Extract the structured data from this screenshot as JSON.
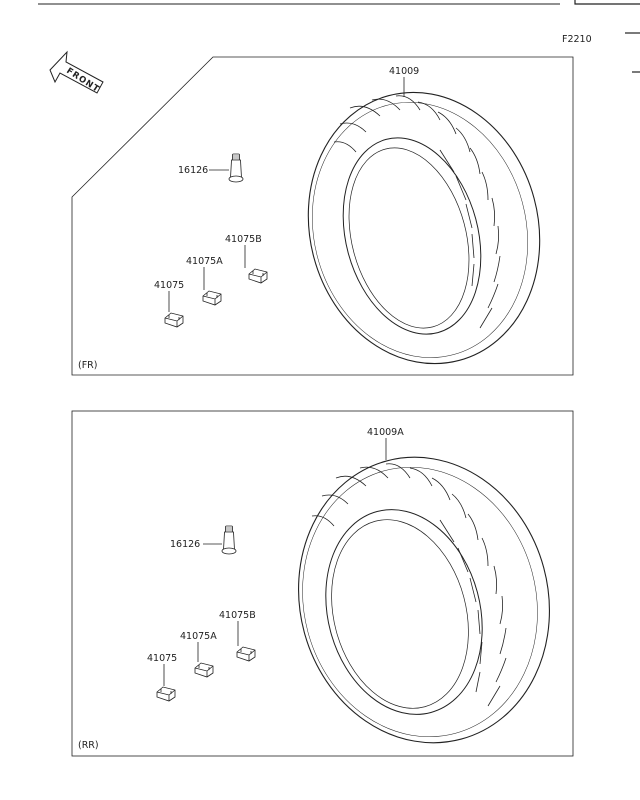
{
  "figure_code": "F2210",
  "front_arrow_label": "FRONT",
  "panels": [
    {
      "id": "front",
      "section_label": "(FR)",
      "parts": {
        "tire": "41009",
        "valve": "16126",
        "weight_a": "41075",
        "weight_b": "41075A",
        "weight_c": "41075B"
      }
    },
    {
      "id": "rear",
      "section_label": "(RR)",
      "parts": {
        "tire": "41009A",
        "valve": "16126",
        "weight_a": "41075",
        "weight_b": "41075A",
        "weight_c": "41075B"
      }
    }
  ]
}
